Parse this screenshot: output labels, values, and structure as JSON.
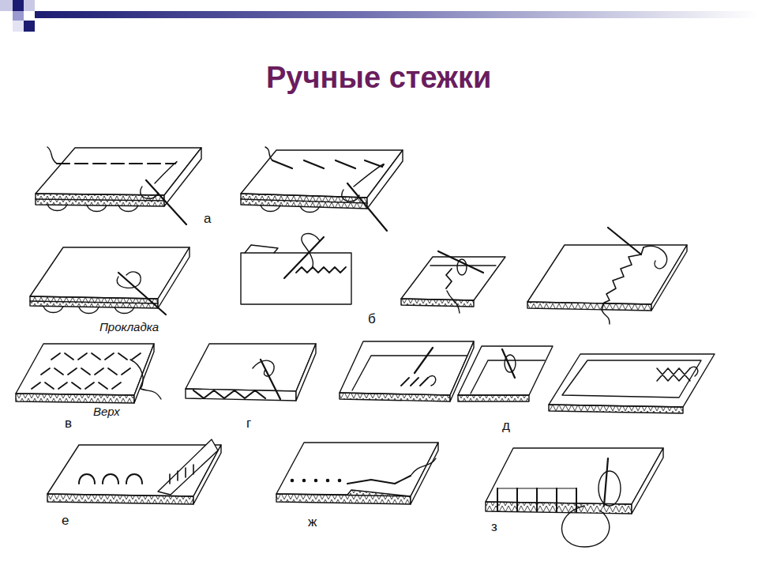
{
  "diagram": {
    "title": "Ручные стежки",
    "labels": [
      "а",
      "Прокладка",
      "б",
      "в",
      "Верх",
      "г",
      "д",
      "е",
      "ж",
      "з"
    ]
  }
}
